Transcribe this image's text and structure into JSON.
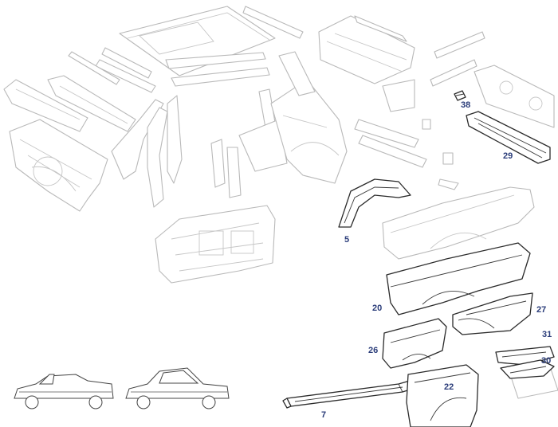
{
  "diagram": {
    "colors": {
      "accent_label": "#2b3d7a",
      "part_outline": "#2b2b2b",
      "ghost_outline": "#b9b9b9"
    },
    "callouts": [
      {
        "id": "part-38",
        "label": "38"
      },
      {
        "id": "part-29",
        "label": "29"
      },
      {
        "id": "part-5",
        "label": "5"
      },
      {
        "id": "part-20",
        "label": "20"
      },
      {
        "id": "part-27",
        "label": "27"
      },
      {
        "id": "part-31",
        "label": "31"
      },
      {
        "id": "part-26",
        "label": "26"
      },
      {
        "id": "part-30",
        "label": "30"
      },
      {
        "id": "part-7",
        "label": "7"
      },
      {
        "id": "part-22",
        "label": "22"
      }
    ]
  }
}
